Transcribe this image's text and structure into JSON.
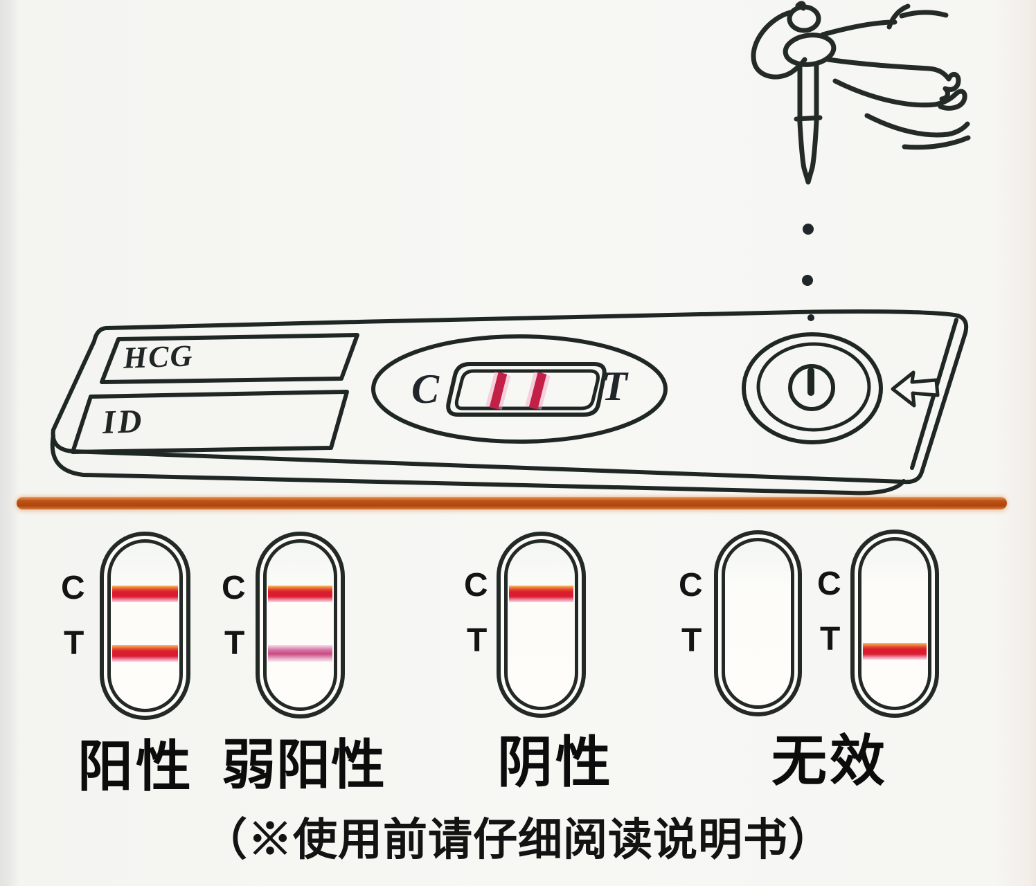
{
  "cassette": {
    "strip_label_top": "HCG",
    "strip_label_bottom": "ID",
    "control_marker": "C",
    "test_marker": "T"
  },
  "markers": {
    "c": "C",
    "t": "T"
  },
  "results": [
    {
      "name": "positive",
      "label": "阳性"
    },
    {
      "name": "weak-positive",
      "label": "弱阳性"
    },
    {
      "name": "negative",
      "label": "阴性"
    },
    {
      "name": "invalid",
      "label": "无效"
    }
  ],
  "windows": [
    {
      "c_line": "strong",
      "t_line": "strong"
    },
    {
      "c_line": "strong",
      "t_line": "weak"
    },
    {
      "c_line": "strong",
      "t_line": "none"
    },
    {
      "c_line": "none",
      "t_line": "none"
    },
    {
      "c_line": "none",
      "t_line": "strong"
    }
  ],
  "footnote": "（※使用前请仔细阅读说明书）",
  "colors": {
    "ink": "#232a26",
    "line_strong": "#d91c2e",
    "line_weak": "#c84a82",
    "line_main_window": "#c22047",
    "divider": "#c05215"
  }
}
